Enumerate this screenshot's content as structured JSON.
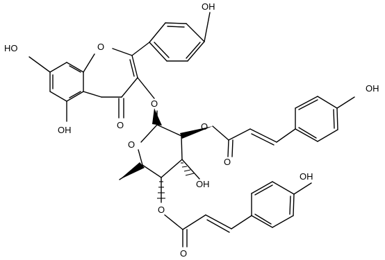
{
  "molecule": {
    "labels": {
      "oh_phenyl_top": "OH",
      "oh_7": "HO",
      "o_pyran": "O",
      "o_glycoside": "O",
      "oh_5": "OH",
      "o_carbonyl_4": "O",
      "o_sugar_ring": "O",
      "o_ester_2": "O",
      "o_carbonyl_ester_2": "O",
      "oh_coumaroyl_1": "OH",
      "oh_sugar_3": "OH",
      "o_ester_4": "O",
      "o_carbonyl_ester_4": "O",
      "oh_coumaroyl_2": "OH"
    },
    "colors": {
      "ink": "#000000",
      "background": "#ffffff"
    }
  }
}
